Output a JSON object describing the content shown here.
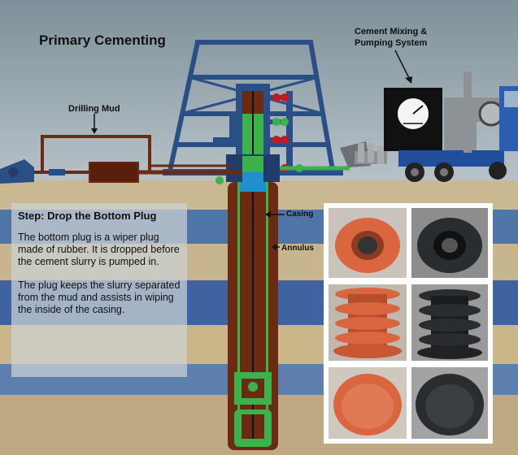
{
  "title": "Primary Cementing",
  "labels": {
    "drilling_mud": "Drilling Mud",
    "cement_system_line1": "Cement Mixing &",
    "cement_system_line2": "Pumping System",
    "casing": "Casing",
    "annulus": "Annulus"
  },
  "info": {
    "heading": "Step: Drop the Bottom Plug",
    "paragraphs": [
      "The bottom plug is a wiper plug made of rubber. It is dropped before the cement slurry is pumped in.",
      "The plug keeps the slurry separated from the mud and assists in wiping the inside of the casing."
    ]
  },
  "photos": [
    {
      "name": "orange-plug-top-view",
      "color": "#d9663f"
    },
    {
      "name": "black-plug-top-view",
      "color": "#2a2d30"
    },
    {
      "name": "orange-plug-side-view",
      "color": "#d9663f"
    },
    {
      "name": "black-plug-side-view",
      "color": "#2a2d30"
    },
    {
      "name": "orange-plug-bottom-view",
      "color": "#d9663f"
    },
    {
      "name": "black-plug-bottom-view",
      "color": "#2a2d30"
    }
  ],
  "colors": {
    "rig_frame": "#2a4f86",
    "well_mud": "#6b2a12",
    "plug_green": "#3bb34a",
    "cement_water": "#1f8fd0"
  }
}
